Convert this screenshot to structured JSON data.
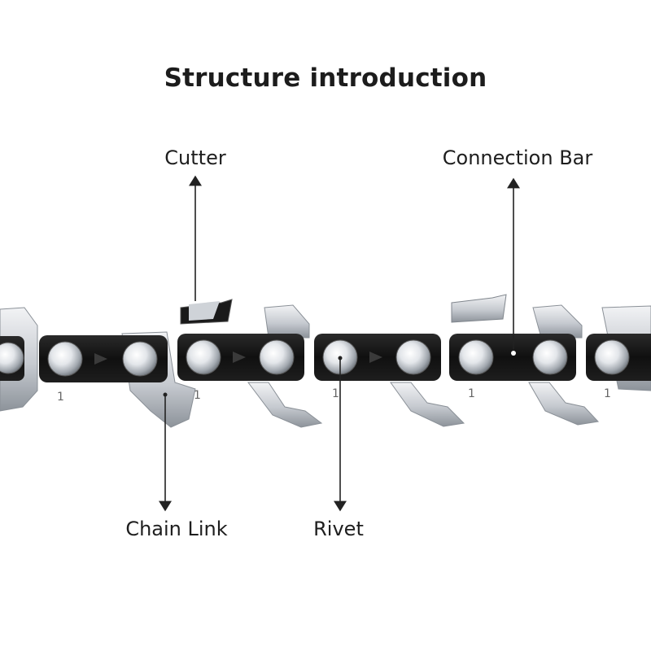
{
  "title": "Structure introduction",
  "labels": {
    "cutter": "Cutter",
    "connection_bar": "Connection Bar",
    "chain_link": "Chain Link",
    "rivet": "Rivet"
  },
  "link_markings": [
    "1",
    "1",
    "1",
    "1",
    "1"
  ],
  "colors": {
    "text": "#1c1c1c",
    "chain_body": "#141414",
    "steel": "#c9cdd2",
    "steel_shadow": "#8e949b",
    "arrow": "#222222"
  }
}
